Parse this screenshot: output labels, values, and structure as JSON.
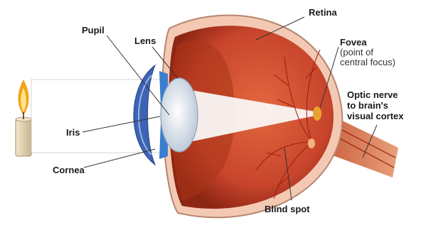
{
  "labels": {
    "retina": "Retina",
    "pupil": "Pupil",
    "lens": "Lens",
    "fovea": "Fovea",
    "fovea_note_1": "(point of",
    "fovea_note_2": "central focus)",
    "optic_1": "Optic nerve",
    "optic_2": "to brain's",
    "optic_3": "visual cortex",
    "iris": "Iris",
    "cornea": "Cornea",
    "blind_spot": "Blind spot"
  },
  "colors": {
    "eyeball": "#c8452c",
    "eyeball_dark": "#8e2614",
    "sclera": "#f4c9b4",
    "cornea_blue": "#3d63b5",
    "lens": "#dfe8f2",
    "optic_nerve": "#d87a50",
    "vessels": "#9a1c10",
    "light_beam": "#fbfbfb",
    "flame": "#f2a41c"
  }
}
